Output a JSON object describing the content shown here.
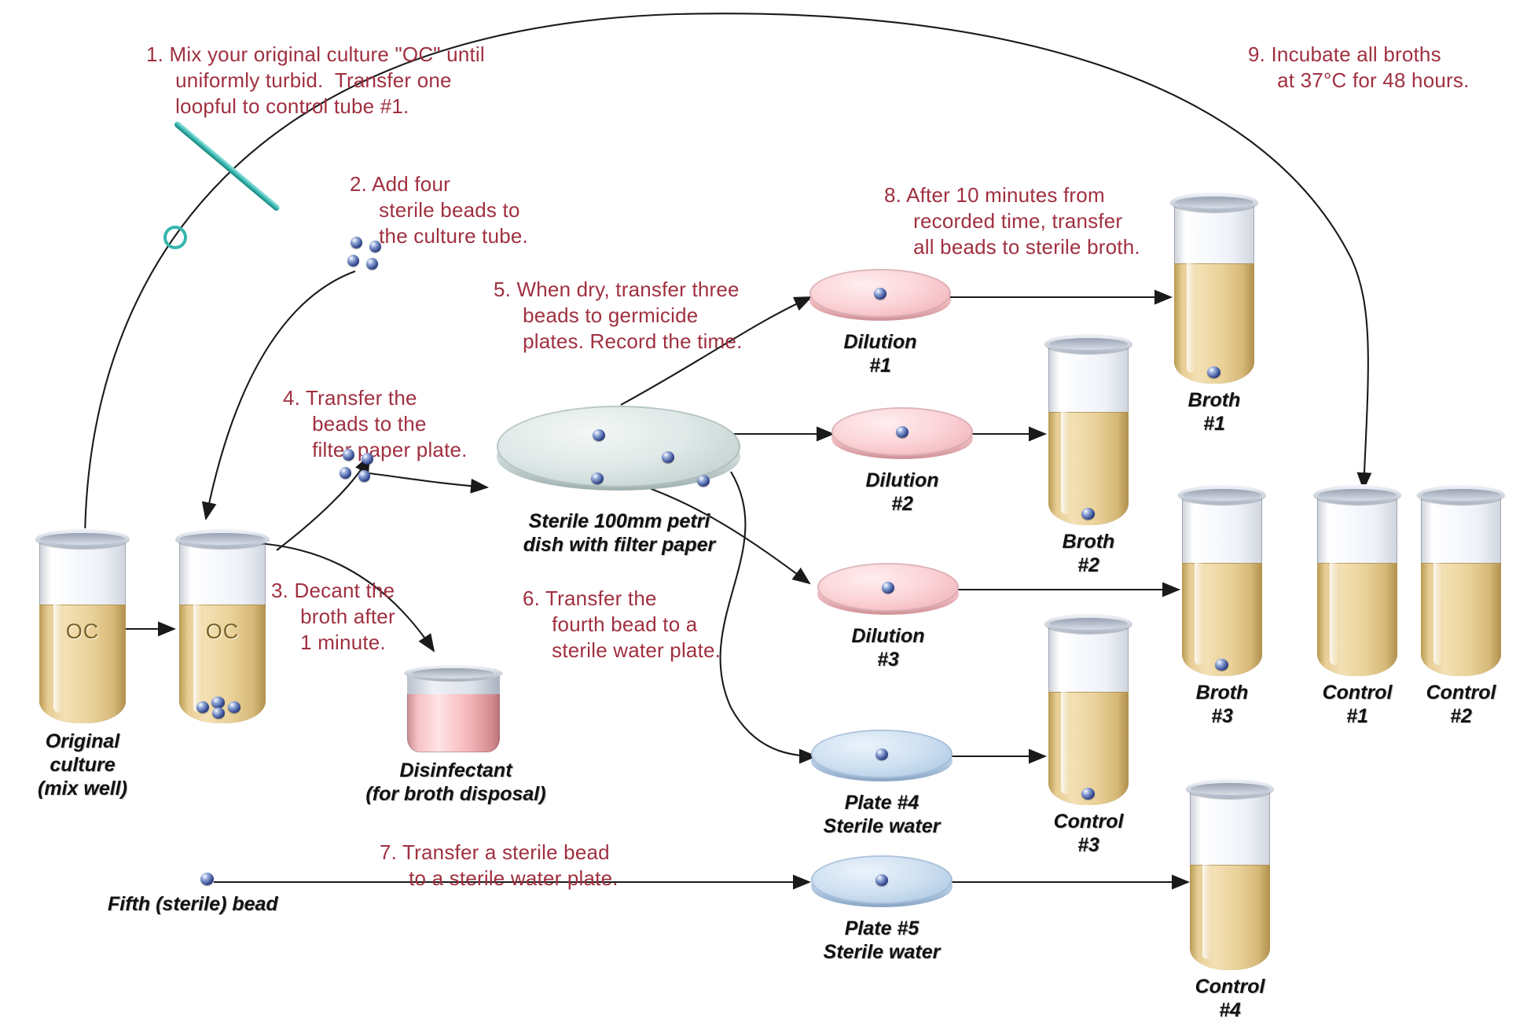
{
  "diagram": {
    "title": "Germicide bead transfer procedure",
    "text_color": "#a03040",
    "label_color": "#111111",
    "broth_color": "#e9d199",
    "germicide_plate_color": "#f7c9cd",
    "water_plate_color": "#c4d9ef",
    "filter_plate_color": "#d6e2e2",
    "bead_color": "#2c3f86",
    "loop_color": "#3cb9b4",
    "disinfectant_color": "#f2a0a6"
  },
  "steps": [
    {
      "id": "step1",
      "text": "1. Mix your original culture \"OC\" until\n     uniformly turbid.  Transfer one\n     loopful to control tube #1."
    },
    {
      "id": "step2",
      "text": "2. Add four\n     sterile beads to\n     the culture tube."
    },
    {
      "id": "step3",
      "text": "3. Decant the\n     broth after\n     1 minute."
    },
    {
      "id": "step4",
      "text": "4. Transfer the\n     beads to the\n     filter paper plate."
    },
    {
      "id": "step5",
      "text": "5. When dry, transfer three\n     beads to germicide\n     plates. Record the time."
    },
    {
      "id": "step6",
      "text": "6. Transfer the\n     fourth bead to a\n     sterile water plate."
    },
    {
      "id": "step7",
      "text": "7. Transfer a sterile bead\n     to a sterile water plate."
    },
    {
      "id": "step8",
      "text": "8. After 10 minutes from\n     recorded time, transfer\n     all beads to sterile broth."
    },
    {
      "id": "step9",
      "text": "9. Incubate all broths\n     at 37°C for 48 hours."
    }
  ],
  "labels": {
    "original_culture": "Original\nculture\n(mix well)",
    "disinfectant": "Disinfectant\n(for broth disposal)",
    "petri_filter": "Sterile 100mm petri\ndish with filter paper",
    "dilution1": "Dilution\n#1",
    "dilution2": "Dilution\n#2",
    "dilution3": "Dilution\n#3",
    "plate4": "Plate #4\nSterile water",
    "plate5": "Plate #5\nSterile water",
    "broth1": "Broth\n#1",
    "broth2": "Broth\n#2",
    "broth3": "Broth\n#3",
    "control1": "Control\n#1",
    "control2": "Control\n#2",
    "control3": "Control\n#3",
    "control4": "Control\n#4",
    "fifth_bead": "Fifth (sterile) bead",
    "oc_marking": "OC"
  }
}
